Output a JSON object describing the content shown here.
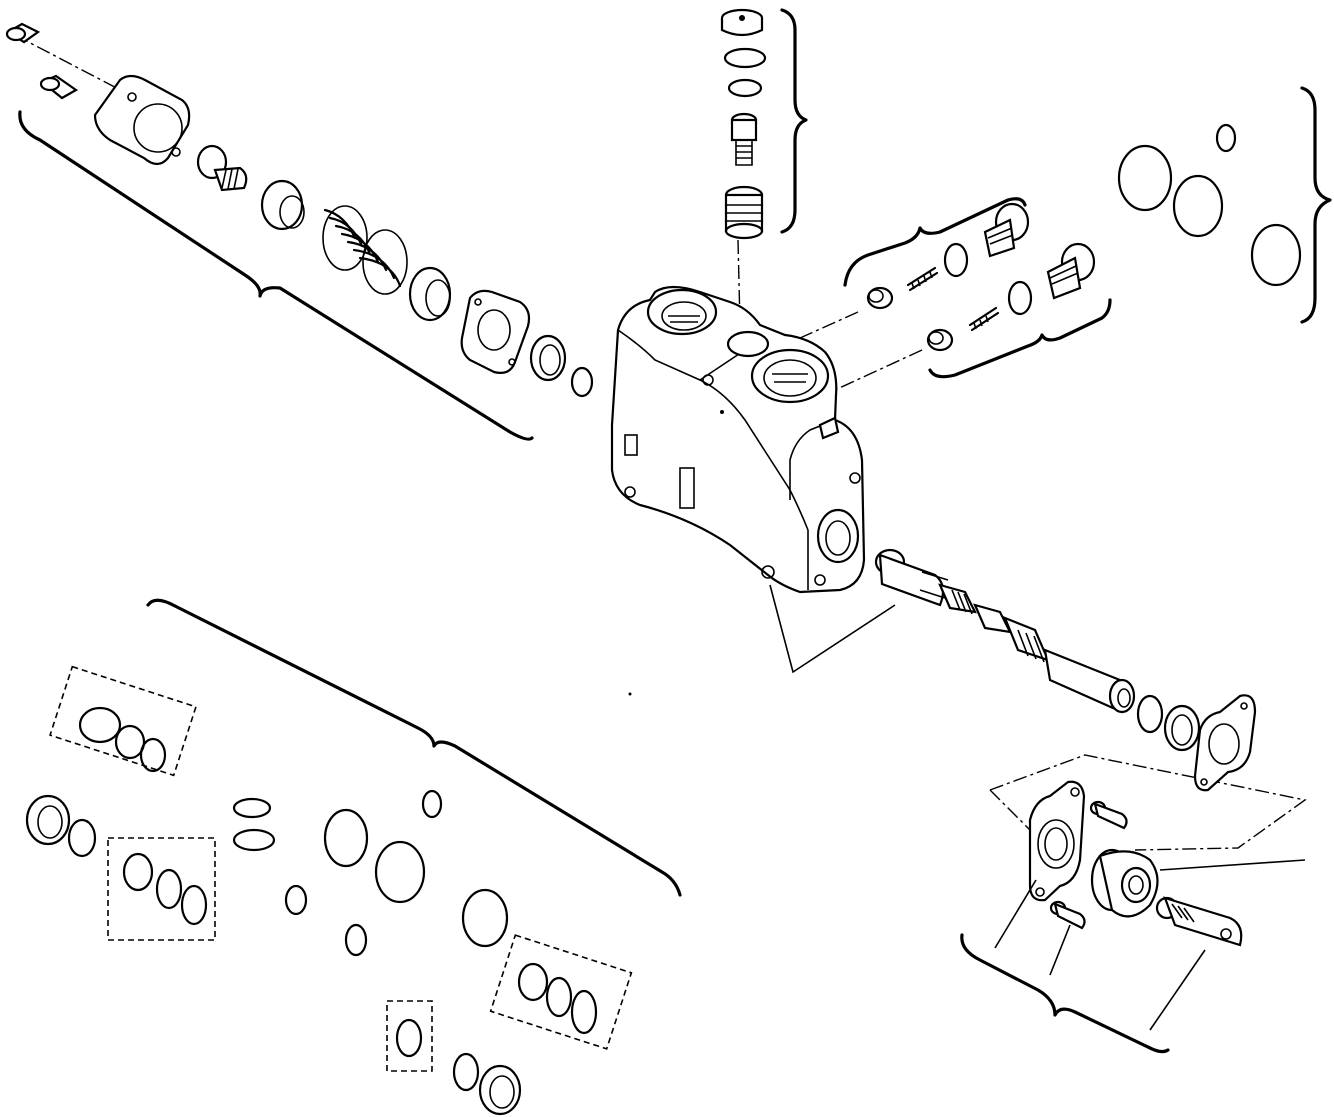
{
  "diagram": {
    "kind": "exploded-parts-view",
    "line_color": "#000000",
    "background_color": "#ffffff",
    "parts_main_group": [
      "valve-body",
      "spool",
      "relief-valve-assembly",
      "check-valve-assembly",
      "spring-return-assembly",
      "end-cap-assembly"
    ],
    "seal_kit_groups": [
      "top-right-o-ring-set",
      "bottom-left-seal-kit"
    ]
  }
}
